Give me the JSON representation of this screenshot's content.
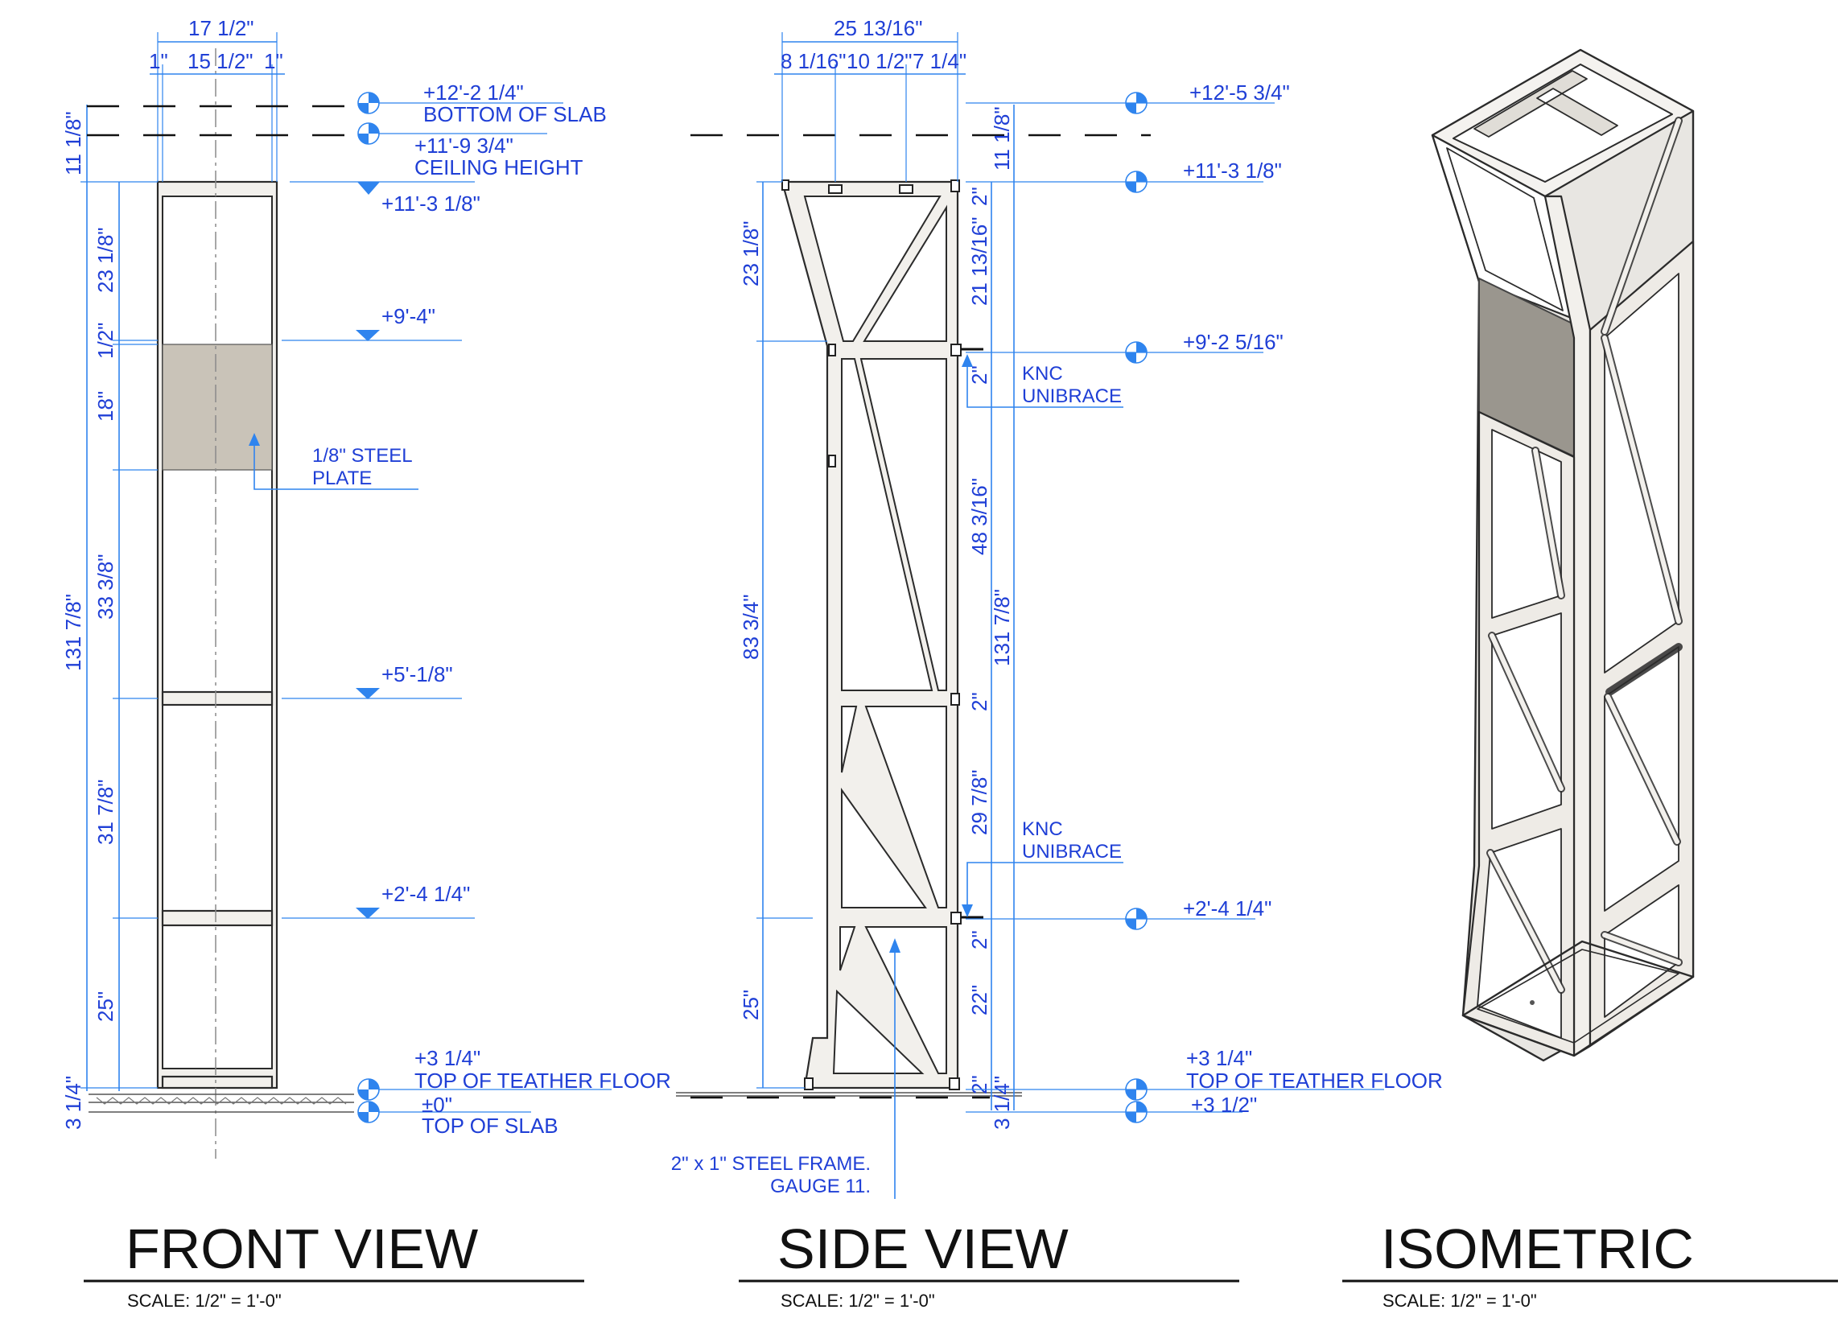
{
  "views": {
    "front": {
      "title": "FRONT VIEW",
      "scale": "SCALE: 1/2\"    =    1'-0\"",
      "dims_top": [
        "17 1/2\"",
        "1\"",
        "15 1/2\"",
        "1\""
      ],
      "dims_left": [
        "11 1/8\"",
        "23 1/8\"",
        "1/2\"",
        "18\"",
        "33 3/8\"",
        "131 7/8\"",
        "31 7/8\"",
        "25\"",
        "3 1/4\""
      ],
      "levels": [
        {
          "value": "+12'-2 1/4\"",
          "label": "BOTTOM OF SLAB"
        },
        {
          "value": "+11'-9 3/4\"",
          "label": "CEILING HEIGHT"
        },
        {
          "value": "+11'-3 1/8\"",
          "label": ""
        },
        {
          "value": "+9'-4\"",
          "label": ""
        },
        {
          "value": "+5'-1/8\"",
          "label": ""
        },
        {
          "value": "+2'-4 1/4\"",
          "label": ""
        },
        {
          "value": "+3 1/4\"",
          "label": "TOP OF TEATHER FLOOR"
        },
        {
          "value": "±0\"",
          "label": "TOP OF SLAB"
        }
      ],
      "plate_note": [
        "1/8\" STEEL",
        "PLATE"
      ]
    },
    "side": {
      "title": "SIDE VIEW",
      "scale": "SCALE: 1/2\"    =    1'-0\"",
      "dims_top": [
        "25 13/16\"",
        "8 1/16\"",
        "10 1/2\"",
        "7 1/4\""
      ],
      "dims_left": [
        "23 1/8\"",
        "83 3/4\"",
        "25\""
      ],
      "dims_right_inner": [
        "2\"",
        "21 13/16\"",
        "2\"",
        "48 3/16\"",
        "2\"",
        "29 7/8\"",
        "2\"",
        "22\"",
        "2\"",
        "3 1/4\""
      ],
      "dims_right_outer": [
        "11 1/8\"",
        "131 7/8\""
      ],
      "levels": [
        {
          "value": "+12'-5 3/4\"",
          "label": ""
        },
        {
          "value": "+11'-3 1/8\"",
          "label": ""
        },
        {
          "value": "+9'-2 5/16\"",
          "label": ""
        },
        {
          "value": "+2'-4 1/4\"",
          "label": ""
        },
        {
          "value": "+3 1/4\"",
          "label": "TOP OF TEATHER FLOOR"
        },
        {
          "value": "+3 1/2\"",
          "label": ""
        }
      ],
      "unibrace_note": [
        "KNC",
        "UNIBRACE"
      ],
      "frame_note": [
        "2\" x 1\" STEEL FRAME.",
        "GAUGE 11."
      ]
    },
    "iso": {
      "title": "ISOMETRIC",
      "scale": "SCALE: 1/2\"    =    1'-0\""
    }
  },
  "colors": {
    "dimension": "#1f3fd6",
    "dimension_line": "#2f84ee",
    "frame_fill": "#f2f0ec",
    "plate": "#c9c3b8",
    "iso_plate": "#9a968e"
  }
}
